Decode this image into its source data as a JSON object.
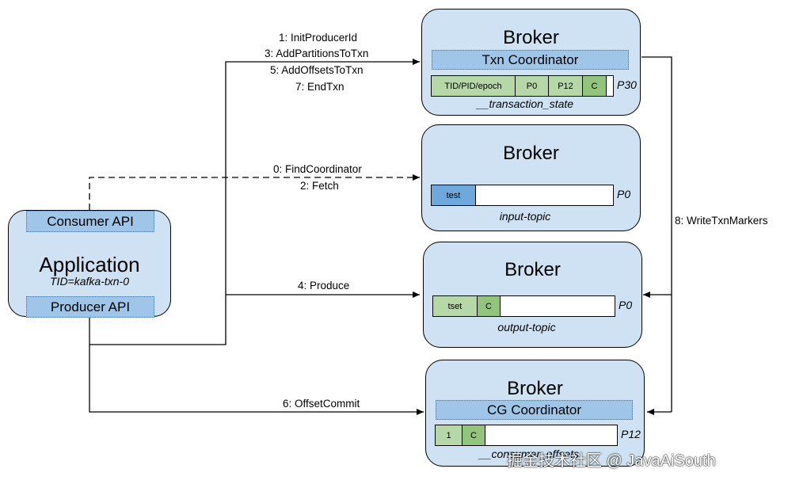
{
  "application": {
    "title": "Application",
    "tid": "TID=kafka-txn-0",
    "consumer_api": "Consumer API",
    "producer_api": "Producer API"
  },
  "broker_txn": {
    "title": "Broker",
    "coordinator": "Txn Coordinator",
    "cells": [
      "TID/PID/epoch",
      "P0",
      "P12",
      "C"
    ],
    "partition": "P30",
    "topic": "__transaction_state"
  },
  "broker_input": {
    "title": "Broker",
    "cells": [
      "test"
    ],
    "partition": "P0",
    "topic": "input-topic"
  },
  "broker_output": {
    "title": "Broker",
    "cells": [
      "tset",
      "C"
    ],
    "partition": "P0",
    "topic": "output-topic"
  },
  "broker_cg": {
    "title": "Broker",
    "coordinator": "CG Coordinator",
    "cells": [
      "1",
      "C"
    ],
    "partition": "P12",
    "topic": "__consumer_offsets"
  },
  "edges": {
    "txn_requests": [
      "1: InitProducerId",
      "3: AddPartitionsToTxn",
      "5: AddOffsetsToTxn",
      "7: EndTxn"
    ],
    "find_coordinator": "0: FindCoordinator",
    "fetch": "2: Fetch",
    "produce": "4: Produce",
    "offset_commit": "6: OffsetCommit",
    "write_txn_markers": "8: WriteTxnMarkers"
  },
  "colors": {
    "box_fill": "#cfe2f3",
    "coordinator_fill": "#9fc5e8",
    "data_cell": "#b6d7a8",
    "commit_cell": "#93c47d",
    "input_cell": "#6fa8dc"
  },
  "watermark": "掘金技术社区 @ JavaAiSouth"
}
